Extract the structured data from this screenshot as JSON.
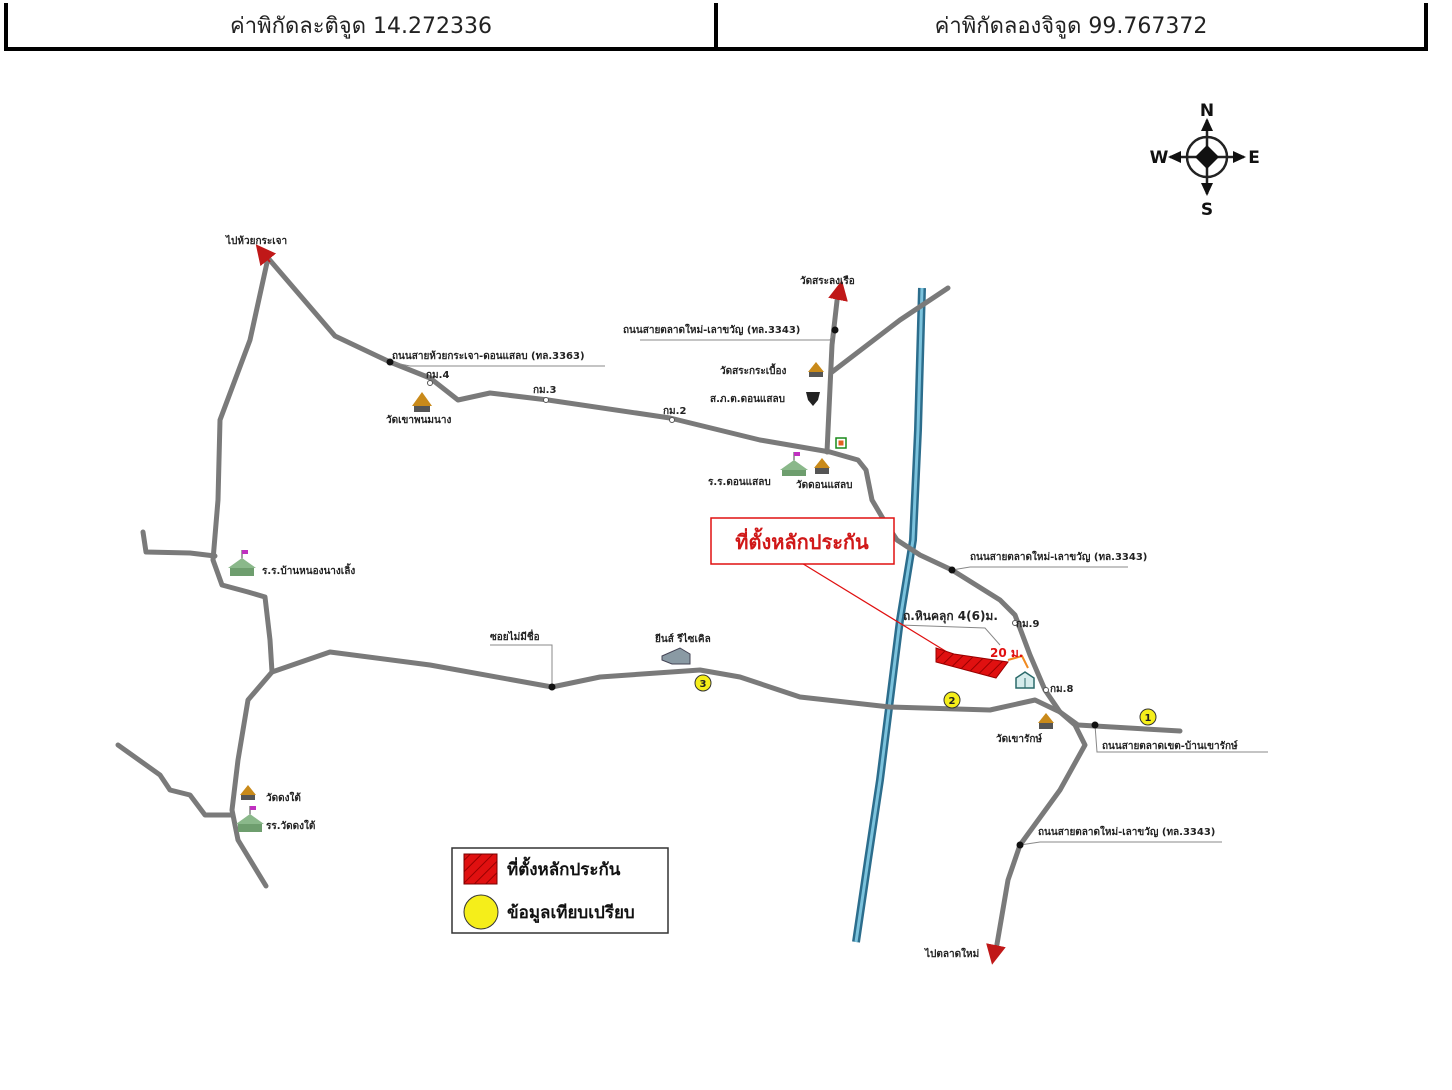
{
  "coords": {
    "lat_label": "ค่าพิกัดละติจูด 14.272336",
    "lng_label": "ค่าพิกัดลองจิจูด 99.767372"
  },
  "compass": {
    "n": "N",
    "s": "S",
    "e": "E",
    "w": "W"
  },
  "roads": {
    "road_3363": "ถนนสายห้วยกระเจา-ดอนแสลบ (ทล.3363)",
    "road_3343_top": "ถนนสายตลาดใหม่-เลาขวัญ (ทล.3343)",
    "road_3343_mid": "ถนนสายตลาดใหม่-เลาขวัญ (ทล.3343)",
    "road_3343_bottom": "ถนนสายตลาดใหม่-เลาขวัญ (ทล.3343)",
    "road_right": "ถนนสายตลาดเขต-บ้านเขารักษ์",
    "soi": "ซอยไม่มีชื่อ",
    "local_road": "ถ.หินคลุก 4(6)ม."
  },
  "km_markers": [
    "กม.4",
    "กม.3",
    "กม.2",
    "กม.9",
    "กม.8"
  ],
  "destinations": {
    "huai_krachao": "ไปห้วยกระเจา",
    "sa_long_ruea": "วัดสระลงเรือ",
    "talat_mai": "ไปตลาดใหม่"
  },
  "landmarks": {
    "wat_khao_phanom_nang": "วัดเขาพนมนาง",
    "wat_sa_krabueang": "วัดสระกระเบื้อง",
    "police": "ส.ภ.ต.ดอนแสลบ",
    "school_don_salaep": "ร.ร.ดอนแสลบ",
    "wat_don_salaep": "วัดดอนแสลบ",
    "school_nong_nang_loeng": "ร.ร.บ้านหนองนางเลิ้ง",
    "factory": "ยีนส์ รีไซเคิล",
    "wat_khao_rak": "วัดเขารักษ์",
    "wat_dong_tai": "วัดดงใต้",
    "school_wat_dong_tai": "รร.วัดดงใต้"
  },
  "callout": {
    "label": "ที่ตั้งหลักประกัน",
    "distance": "20 ม."
  },
  "comparison_points": [
    "1",
    "2",
    "3"
  ],
  "legend": {
    "collateral": "ที่ตั้งหลักประกัน",
    "comparison": "ข้อมูลเทียบเปรียบ"
  },
  "colors": {
    "road": "#7a7a7a",
    "river": "#4a90b0",
    "collateral": "#e01010",
    "comparison": "#f5ee1a",
    "arrow": "#c01818"
  }
}
